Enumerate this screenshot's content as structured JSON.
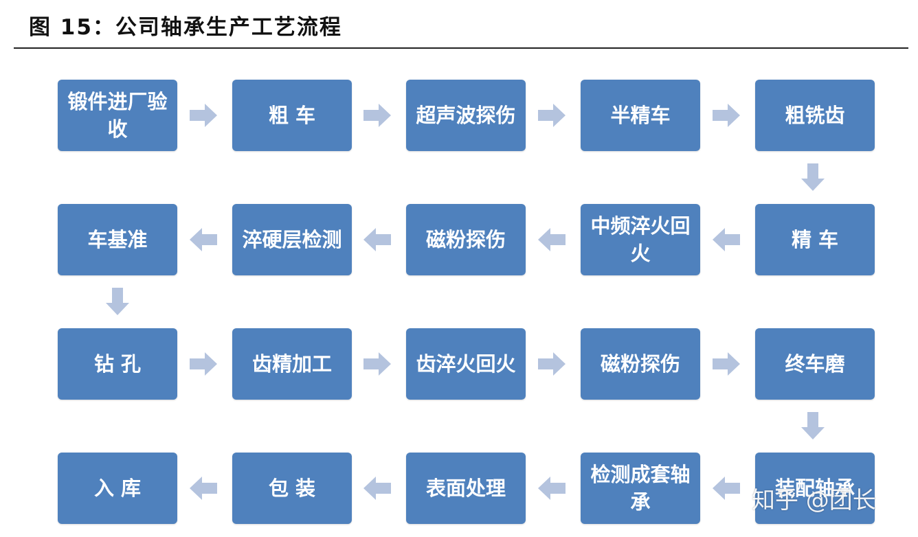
{
  "page": {
    "title": "图 15：公司轴承生产工艺流程"
  },
  "colors": {
    "box_fill": "#4f81bd",
    "arrow_fill": "#b4c3de",
    "rule": "#222222"
  },
  "flow": {
    "steps": [
      "锻件进厂验收",
      "粗 车",
      "超声波探伤",
      "半精车",
      "粗铣齿",
      "精 车",
      "中频淬火回火",
      "磁粉探伤",
      "淬硬层检测",
      "车基准",
      "钻 孔",
      "齿精加工",
      "齿淬火回火",
      "磁粉探伤",
      "终车磨",
      "装配轴承",
      "检测成套轴承",
      "表面处理",
      "包 装",
      "入 库"
    ],
    "arrow_icons": {
      "right": "arrow-right-icon",
      "left": "arrow-left-icon",
      "down": "arrow-down-icon"
    }
  },
  "watermark": {
    "text": "知乎 @团长"
  }
}
